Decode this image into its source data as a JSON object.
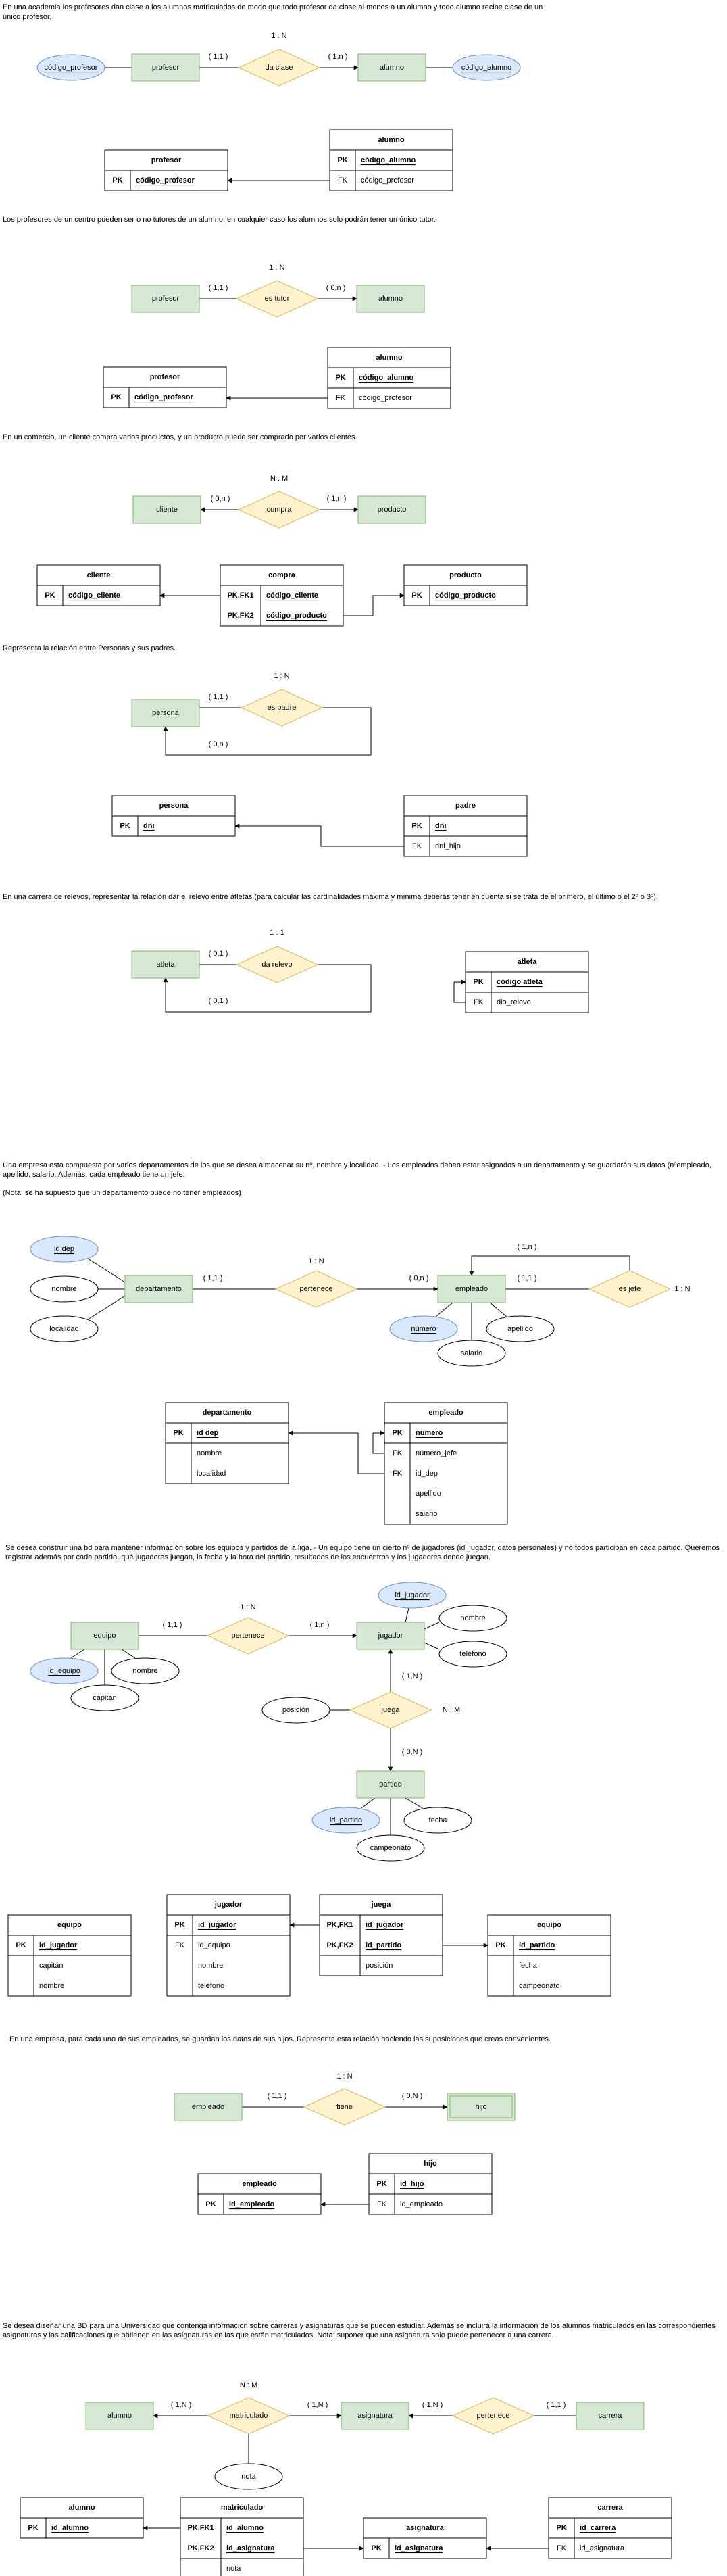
{
  "sections": [
    {
      "id": "s1",
      "statement": "En una academia los profesores dan clase a los alumnos matriculados de modo que todo profesor da clase al menos a un alumno y todo alumno recibe clase de un único profesor.",
      "entities": [
        "profesor",
        "alumno"
      ],
      "attributes": [
        "código_profesor",
        "código_alumno"
      ],
      "relation": "da clase",
      "type_label": "1 : N",
      "cards": [
        "( 1,1 )",
        "( 1,n )"
      ],
      "tables": [
        {
          "name": "profesor",
          "rows": [
            [
              "PK",
              "código_profesor"
            ]
          ]
        },
        {
          "name": "alumno",
          "rows": [
            [
              "PK",
              "código_alumno"
            ],
            [
              "FK",
              "código_profesor"
            ]
          ]
        }
      ]
    },
    {
      "id": "s2",
      "statement": "Los profesores de un centro pueden ser o no tutores de un alumno, en cualquier caso los alumnos solo podrán tener un único tutor.",
      "entities": [
        "profesor",
        "alumno"
      ],
      "relation": "es tutor",
      "type_label": "1 : N",
      "cards": [
        "( 1,1 )",
        "( 0,n )"
      ],
      "tables": [
        {
          "name": "profesor",
          "rows": [
            [
              "PK",
              "código_profesor"
            ]
          ]
        },
        {
          "name": "alumno",
          "rows": [
            [
              "PK",
              "código_alumno"
            ],
            [
              "FK",
              "código_profesor"
            ]
          ]
        }
      ]
    },
    {
      "id": "s3",
      "statement": "En un comercio, un cliente compra varios productos, y un producto puede ser comprado por varios clientes.",
      "entities": [
        "cliente",
        "producto"
      ],
      "relation": "compra",
      "type_label": "N : M",
      "cards": [
        "( 0,n )",
        "( 1,n )"
      ],
      "tables": [
        {
          "name": "cliente",
          "rows": [
            [
              "PK",
              "código_cliente"
            ]
          ]
        },
        {
          "name": "compra",
          "rows": [
            [
              "PK,FK1",
              "código_cliente"
            ],
            [
              "PK,FK2",
              "código_producto"
            ]
          ]
        },
        {
          "name": "producto",
          "rows": [
            [
              "PK",
              "código_producto"
            ]
          ]
        }
      ]
    },
    {
      "id": "s4",
      "statement": "Representa la relación entre Personas y sus padres.",
      "entities": [
        "persona"
      ],
      "relation": "es padre",
      "type_label": "1 : N",
      "cards": [
        "( 1,1 )",
        "( 0,n )"
      ],
      "tables": [
        {
          "name": "persona",
          "rows": [
            [
              "PK",
              "dni"
            ]
          ]
        },
        {
          "name": "padre",
          "rows": [
            [
              "PK",
              "dni"
            ],
            [
              "FK",
              "dni_hijo"
            ]
          ]
        }
      ]
    },
    {
      "id": "s5",
      "statement": "En una carrera de relevos, representar la relación dar el relevo entre atletas (para calcular las cardinalidades máxima y mínima deberás tener en cuenta si se trata de el primero, el último o el 2º o 3º).",
      "entities": [
        "atleta"
      ],
      "relation": "da relevo",
      "type_label": "1 : 1",
      "cards": [
        "( 0,1 )",
        "( 0,1 )"
      ],
      "tables": [
        {
          "name": "atleta",
          "rows": [
            [
              "PK",
              "código atleta"
            ],
            [
              "FK",
              "dio_relevo"
            ]
          ]
        }
      ]
    },
    {
      "id": "s6",
      "statement": "Una empresa esta compuesta por varios departamentos de los que se desea almacenar su nº, nombre y localidad. - Los empleados deben estar asignados a un departamento y se guardarán sus datos (nºempleado, apellido, salario. Además, cada empleado tiene un jefe.",
      "note": "(Nota: se ha supuesto que un departamento puede no tener empleados)",
      "entities": [
        "departamento",
        "empleado"
      ],
      "attributes": [
        "id dep",
        "nombre",
        "localidad",
        "número",
        "apellido",
        "salario"
      ],
      "relations": [
        "pertenece",
        "es jefe"
      ],
      "type_labels": [
        "1 : N",
        "1 : N"
      ],
      "cards": [
        "( 1,1 )",
        "( 0,n )",
        "( 1,1 )",
        "( 1,n )"
      ],
      "tables": [
        {
          "name": "departamento",
          "rows": [
            [
              "PK",
              "id dep"
            ],
            [
              "",
              "nombre"
            ],
            [
              "",
              "localidad"
            ]
          ]
        },
        {
          "name": "empleado",
          "rows": [
            [
              "PK",
              "número"
            ],
            [
              "FK",
              "número_jefe"
            ],
            [
              "FK",
              "id_dep"
            ],
            [
              "",
              "apellido"
            ],
            [
              "",
              "salario"
            ]
          ]
        }
      ]
    },
    {
      "id": "s7",
      "statement": "Se desea construir una bd para mantener información sobre los equipos y partidos de la liga. - Un equipo tiene un cierto nº de jugadores (id_jugador, datos personales) y no todos participan en cada partido. Queremos registrar además por cada partido, qué jugadores juegan, la fecha y la hora del partido, resultados de los encuentros y los jugadores donde juegan.",
      "entities": [
        "equipo",
        "jugador",
        "partido"
      ],
      "attributes": [
        "id_equipo",
        "nombre",
        "capitán",
        "id_jugador",
        "nombre",
        "teléfono",
        "posición",
        "id_partido",
        "fecha",
        "campeonato"
      ],
      "relations": [
        "pertenece",
        "juega"
      ],
      "type_labels": [
        "1 : N",
        "N : M"
      ],
      "cards": [
        "( 1,1 )",
        "( 1,n )",
        "( 1,N )",
        "( 0,N )"
      ],
      "tables": [
        {
          "name": "equipo",
          "rows": [
            [
              "PK",
              "id_jugador"
            ],
            [
              "",
              "capitán"
            ],
            [
              "",
              "nombre"
            ]
          ]
        },
        {
          "name": "jugador",
          "rows": [
            [
              "PK",
              "id_jugador"
            ],
            [
              "FK",
              "id_equipo"
            ],
            [
              "",
              "nombre"
            ],
            [
              "",
              "teléfono"
            ]
          ]
        },
        {
          "name": "juega",
          "rows": [
            [
              "PK,FK1",
              "id_jugador"
            ],
            [
              "PK,FK2",
              "id_partido"
            ],
            [
              "",
              "posición"
            ]
          ]
        },
        {
          "name": "equipo",
          "rows": [
            [
              "PK",
              "id_partido"
            ],
            [
              "",
              "fecha"
            ],
            [
              "",
              "campeonato"
            ]
          ]
        }
      ]
    },
    {
      "id": "s8",
      "statement": "En una empresa, para cada uno de sus empleados, se guardan los datos de sus hijos. Representa esta relación haciendo las suposiciones que creas convenientes.",
      "entities": [
        "empleado",
        "hijo"
      ],
      "relation": "tiene",
      "type_label": "1 : N",
      "cards": [
        "( 1,1 )",
        "( 0,N )"
      ],
      "tables": [
        {
          "name": "empleado",
          "rows": [
            [
              "PK",
              "id_empleado"
            ]
          ]
        },
        {
          "name": "hijo",
          "rows": [
            [
              "PK",
              "id_hijo"
            ],
            [
              "FK",
              "id_empleado"
            ]
          ]
        }
      ]
    },
    {
      "id": "s9",
      "statement": "Se desea diseñar una BD para una Universidad que contenga información sobre carreras y asignaturas que se pueden estudiar. Además se incluirá la información de los alumnos matriculados en las correspondientes asignaturas y las calificaciones que obtienen en las asignaturas en las que están matriculados. Nota: suponer que una asignatura solo puede pertenecer a una carrera.",
      "entities": [
        "alumno",
        "asignatura",
        "carrera"
      ],
      "attributes": [
        "nota"
      ],
      "relations": [
        "matriculado",
        "pertenece"
      ],
      "type_labels": [
        "N : M",
        "1 : N"
      ],
      "cards": [
        "( 1,N )",
        "( 1,N )",
        "( 1,N )",
        "( 1,1 )"
      ],
      "tables": [
        {
          "name": "alumno",
          "rows": [
            [
              "PK",
              "id_alumno"
            ]
          ]
        },
        {
          "name": "matriculado",
          "rows": [
            [
              "PK,FK1",
              "id_alumno"
            ],
            [
              "PK,FK2",
              "id_asignatura"
            ],
            [
              "",
              "nota"
            ]
          ]
        },
        {
          "name": "asignatura",
          "rows": [
            [
              "PK",
              "id_asignatura"
            ]
          ]
        },
        {
          "name": "carrera",
          "rows": [
            [
              "PK",
              "id_carrera"
            ],
            [
              "FK",
              "id_asignatura"
            ]
          ]
        }
      ]
    }
  ],
  "colors": {
    "entity_fill": "#d5e8d4",
    "entity_stroke": "#82b366",
    "relation_fill": "#fff2cc",
    "relation_stroke": "#d6b656",
    "key_attr_fill": "#dae8fc",
    "key_attr_stroke": "#6c8ebf",
    "attr_fill": "#ffffff",
    "line": "#000000"
  }
}
